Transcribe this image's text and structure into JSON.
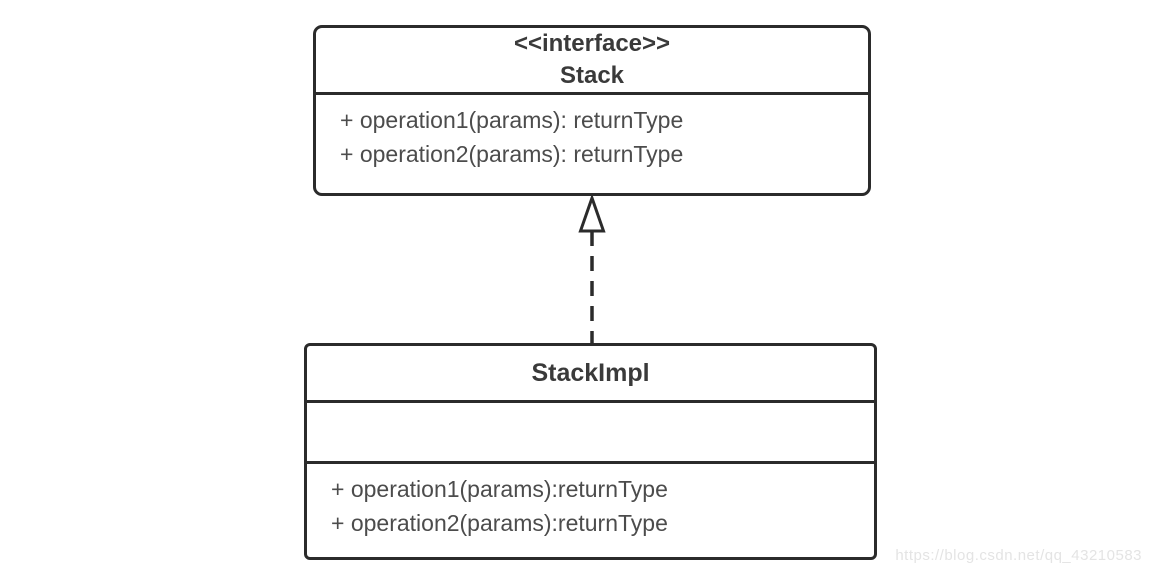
{
  "diagram": {
    "interface_node": {
      "stereotype": "<<interface>>",
      "name": "Stack",
      "methods": [
        "+ operation1(params): returnType",
        "+ operation2(params): returnType"
      ]
    },
    "class_node": {
      "name": "StackImpl",
      "attributes": [],
      "methods": [
        "+ operation1(params):returnType",
        "+ operation2(params):returnType"
      ]
    },
    "relationship": {
      "type": "realization",
      "from": "StackImpl",
      "to": "Stack",
      "line_style": "dashed",
      "arrowhead": "hollow-triangle"
    },
    "colors": {
      "border": "#2b2b2b",
      "title_text": "#3a3a3a",
      "method_text": "#4c4c4c",
      "background": "#ffffff",
      "watermark_text": "#e4e4e4"
    }
  },
  "watermark": "https://blog.csdn.net/qq_43210583"
}
